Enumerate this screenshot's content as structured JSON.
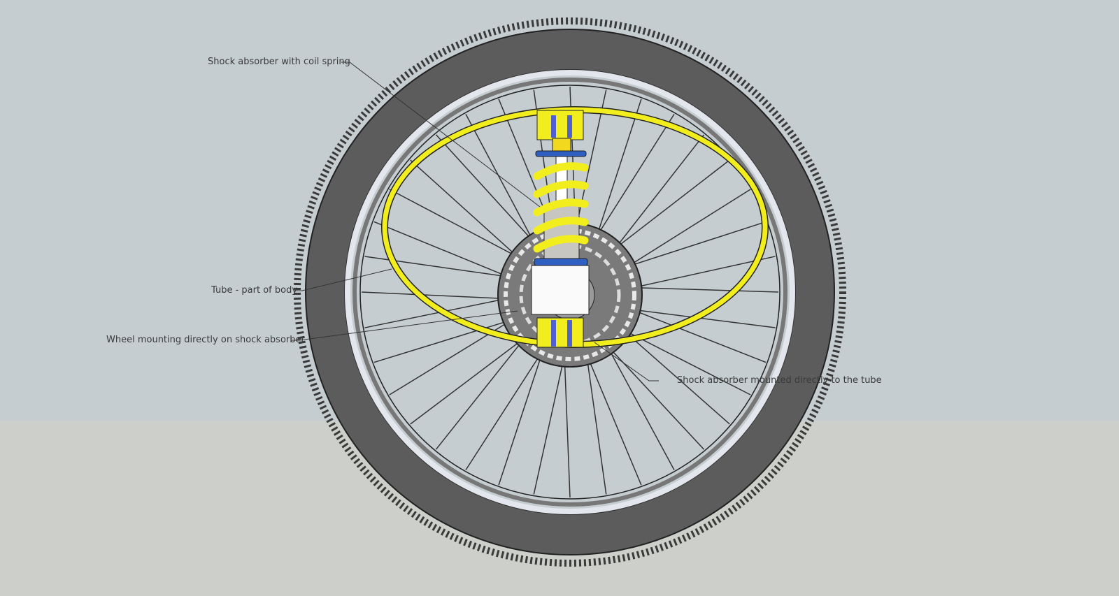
{
  "labels": {
    "coil_spring": "Shock absorber with coil spring",
    "tube": "Tube - part of body",
    "wheel_mount": "Wheel mounting directly on shock absorber",
    "shock_mount": "Shock absorber mounted directly to the tube"
  },
  "colors": {
    "sky": "#c5cdd1",
    "ground": "#cdcfca",
    "tire": "#5a5a5a",
    "rim": "#b8bcc4",
    "spring": "#f2ee1e",
    "spacer": "#2f5fc0"
  },
  "wheel": {
    "spoke_count": 36
  }
}
